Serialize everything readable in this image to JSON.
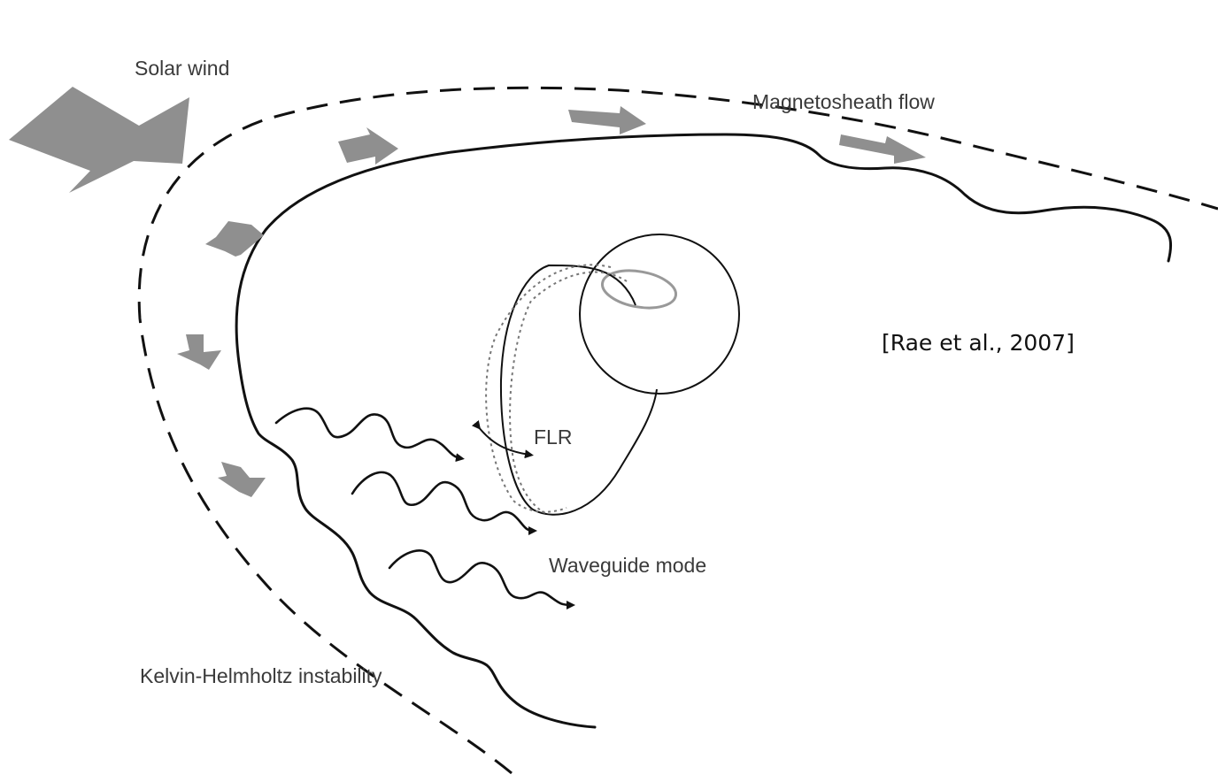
{
  "labels": {
    "solar_wind": "Solar wind",
    "magnetosheath_flow": "Magnetosheath flow",
    "flr": "FLR",
    "waveguide_mode": "Waveguide mode",
    "kelvin_helmholtz": "Kelvin-Helmholtz instability",
    "citation": "[Rae et al., 2007]"
  },
  "colors": {
    "line": "#111111",
    "flow_arrows": "#8f8f8f",
    "label_text": "#3a3a3a"
  }
}
